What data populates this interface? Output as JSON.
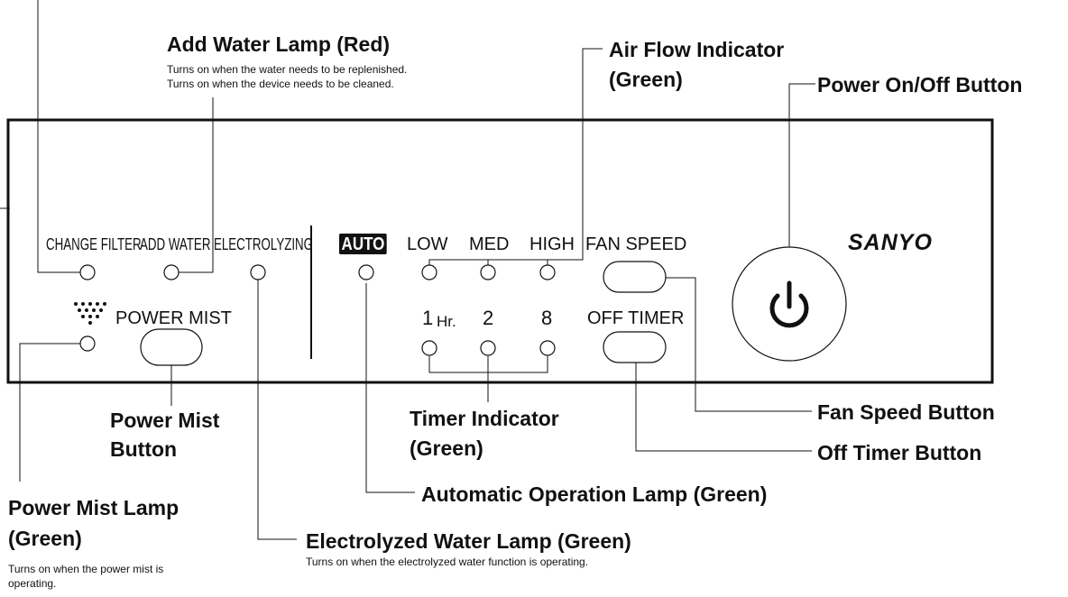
{
  "callouts": {
    "add_water_lamp": "Add Water Lamp (Red)",
    "air_flow_indicator_line1": "Air Flow Indicator",
    "air_flow_indicator_line2": "(Green)",
    "power_button": "Power On/Off Button",
    "power_mist_button_line1": "Power Mist",
    "power_mist_button_line2": "Button",
    "timer_indicator_line1": "Timer Indicator",
    "timer_indicator_line2": "(Green)",
    "fan_speed_button": "Fan Speed Button",
    "off_timer_button": "Off Timer Button",
    "auto_lamp": "Automatic Operation Lamp (Green)",
    "power_mist_lamp_line1": "Power Mist Lamp",
    "power_mist_lamp_line2": "(Green)",
    "electrolyzed_lamp": "Electrolyzed Water Lamp (Green)"
  },
  "notes": {
    "add_water_1": "Turns on when the water needs to be replenished.",
    "add_water_2": "Turns on when the device needs to be cleaned.",
    "power_mist_lamp_1": "Turns on when the power mist is",
    "power_mist_lamp_2": "operating.",
    "electrolyzed": "Turns on when the electrolyzed water function is operating."
  },
  "panel": {
    "change_filter": "CHANGE FILTER",
    "add_water": "ADD WATER",
    "electrolyzing": "ELECTROLYZING",
    "auto": "AUTO",
    "low": "LOW",
    "med": "MED",
    "high": "HIGH",
    "fan_speed": "FAN SPEED",
    "power_mist": "POWER MIST",
    "timer_1": "1",
    "timer_hr": "Hr.",
    "timer_2": "2",
    "timer_8": "8",
    "off_timer": "OFF TIMER",
    "brand": "SANYO"
  }
}
